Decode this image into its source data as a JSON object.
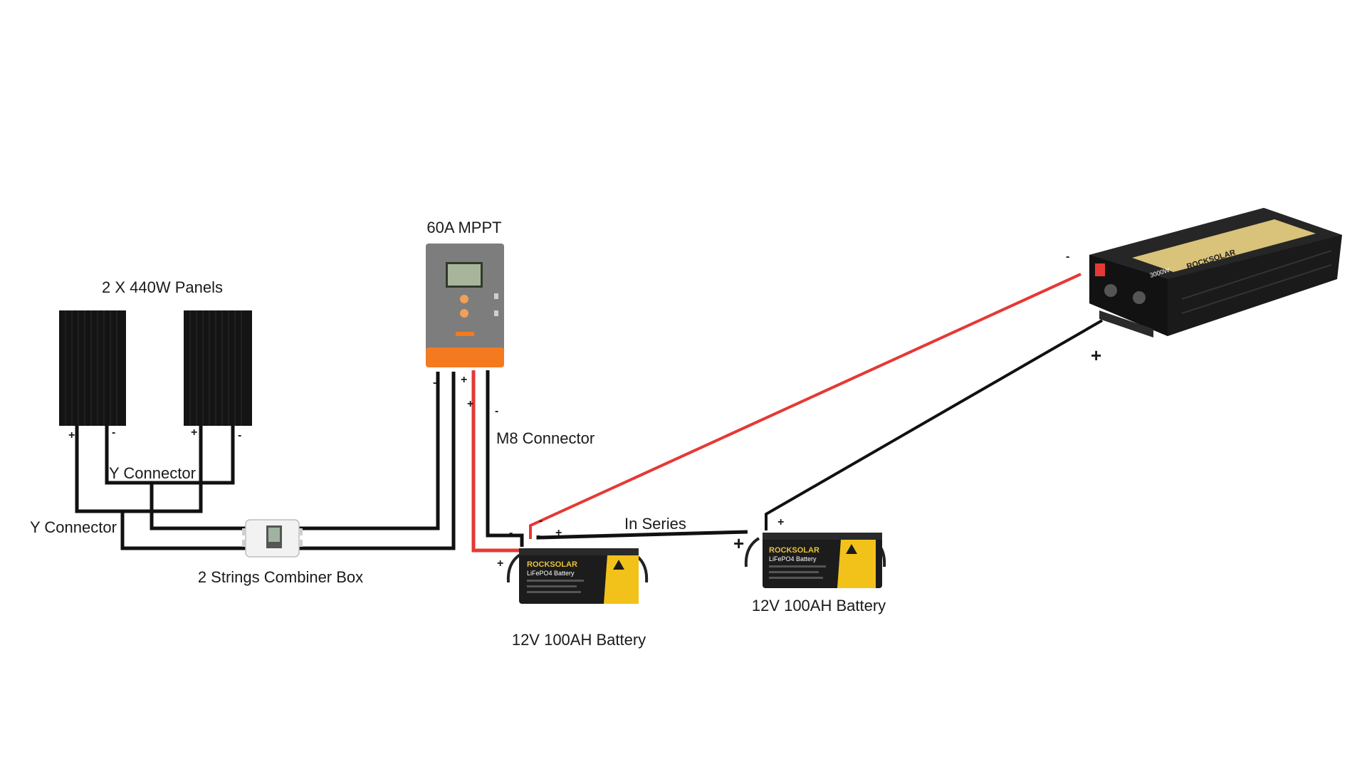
{
  "labels": {
    "panels": "2 X 440W Panels",
    "mppt": "60A MPPT",
    "y_connector_top": "Y Connector",
    "y_connector_left": "Y Connector",
    "combiner_box": "2 Strings Combiner Box",
    "m8_connector": "M8 Connector",
    "in_series": "In Series",
    "battery_1": "12V 100AH  Battery",
    "battery_2": "12V 100AH Battery"
  },
  "polarity": {
    "plus": "+",
    "minus": "-"
  },
  "devices": {
    "battery_brand": "ROCKSOLAR",
    "battery_chem": "LiFePO4 Battery",
    "inverter_brand": "ROCKSOLAR",
    "inverter_power": "3000W"
  },
  "colors": {
    "positive_wire": "#e53935",
    "negative_wire": "#111111",
    "controller_orange": "#f47a20",
    "controller_gray": "#7d7d7d",
    "battery_yellow": "#f2c21b"
  }
}
